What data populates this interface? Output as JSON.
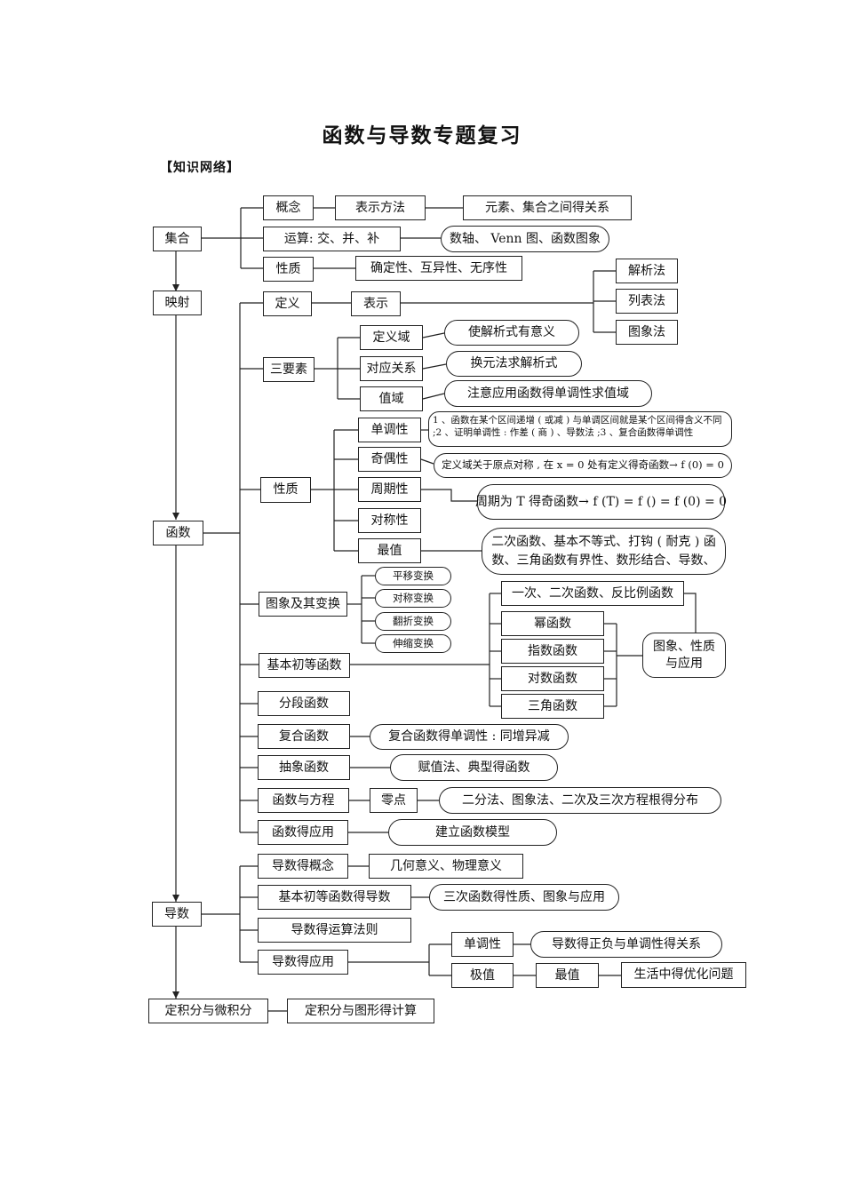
{
  "title": "函数与导数专题复习",
  "subtitle": "【知识网络】",
  "nodes": {
    "jihe": "集合",
    "yingshe": "映射",
    "hanshu": "函数",
    "daoshu": "导数",
    "dingjifen": "定积分与微积分",
    "gainian": "概念",
    "biaoshifangfa": "表示方法",
    "yuansu": "元素、集合之间得关系",
    "yunsuan": "运算: 交、并、补",
    "shuzhou": "数轴、 Venn 图、函数图象",
    "xingzhi_jihe": "性质",
    "queding": "确定性、互异性、无序性",
    "dingyi": "定义",
    "biaoshi": "表示",
    "jiexifa": "解析法",
    "liebiaofa": "列表法",
    "tuxiangfa": "图象法",
    "sanyaosu": "三要素",
    "dingyiyu": "定义域",
    "shijiexi": "使解析式有意义",
    "duiying": "对应关系",
    "huanyuan": "换元法求解析式",
    "zhiyu": "值域",
    "zhuyi": "注意应用函数得单调性求值域",
    "xingzhi_hs": "性质",
    "dandiao": "单调性",
    "dandiao_note": "1 、函数在某个区间递增 ( 或减 ) 与单调区间就是某个区间得含义不同 ;2 、证明单调性 : 作差 ( 商 ) 、导数法 ;3 、复合函数得单调性",
    "ouji": "奇偶性",
    "ouji_note": "定义域关于原点对称 , 在 x = 0 处有定义得奇函数→ f (0) = 0",
    "zhouqi": "周期性",
    "zhouqi_note": "周期为 T 得奇函数→ f (T) = f () = f (0) = 0",
    "duichen": "对称性",
    "zuizhi": "最值",
    "zuizhi_note": "二次函数、基本不等式、打钩 ( 耐克 ) 函数、三角函数有界性、数形结合、导数、",
    "tuxiang": "图象及其变换",
    "pingyi": "平移变换",
    "duichenbh": "对称变换",
    "fanzhe": "翻折变换",
    "shensuo": "伸缩变换",
    "jichu": "基本初等函数",
    "yici": "一次、二次函数、反比例函数",
    "mi": "幂函数",
    "zhishu": "指数函数",
    "duishu": "对数函数",
    "sanjiao": "三角函数",
    "tuxiangxz": "图象、性质与应用",
    "fenduan": "分段函数",
    "fuhe": "复合函数",
    "fuhe_note": "复合函数得单调性 : 同增异减",
    "chouxiang": "抽象函数",
    "chouxiang_note": "赋值法、典型得函数",
    "fangcheng": "函数与方程",
    "lingdian": "零点",
    "lingdian_note": "二分法、图象法、二次及三次方程根得分布",
    "yingyong": "函数得应用",
    "moxing": "建立函数模型",
    "dsgainian": "导数得概念",
    "jihe_yiyi": "几何意义、物理意义",
    "jichudao": "基本初等函数得导数",
    "sanci": "三次函数得性质、图象与应用",
    "yunsuanfa": "导数得运算法则",
    "dsyingyong": "导数得应用",
    "dandiao_ds": "单调性",
    "zhengfu": "导数得正负与单调性得关系",
    "jizhi": "极值",
    "zuizhi_ds": "最值",
    "youhua": "生活中得优化问题",
    "jifen_tuxing": "定积分与图形得计算"
  }
}
